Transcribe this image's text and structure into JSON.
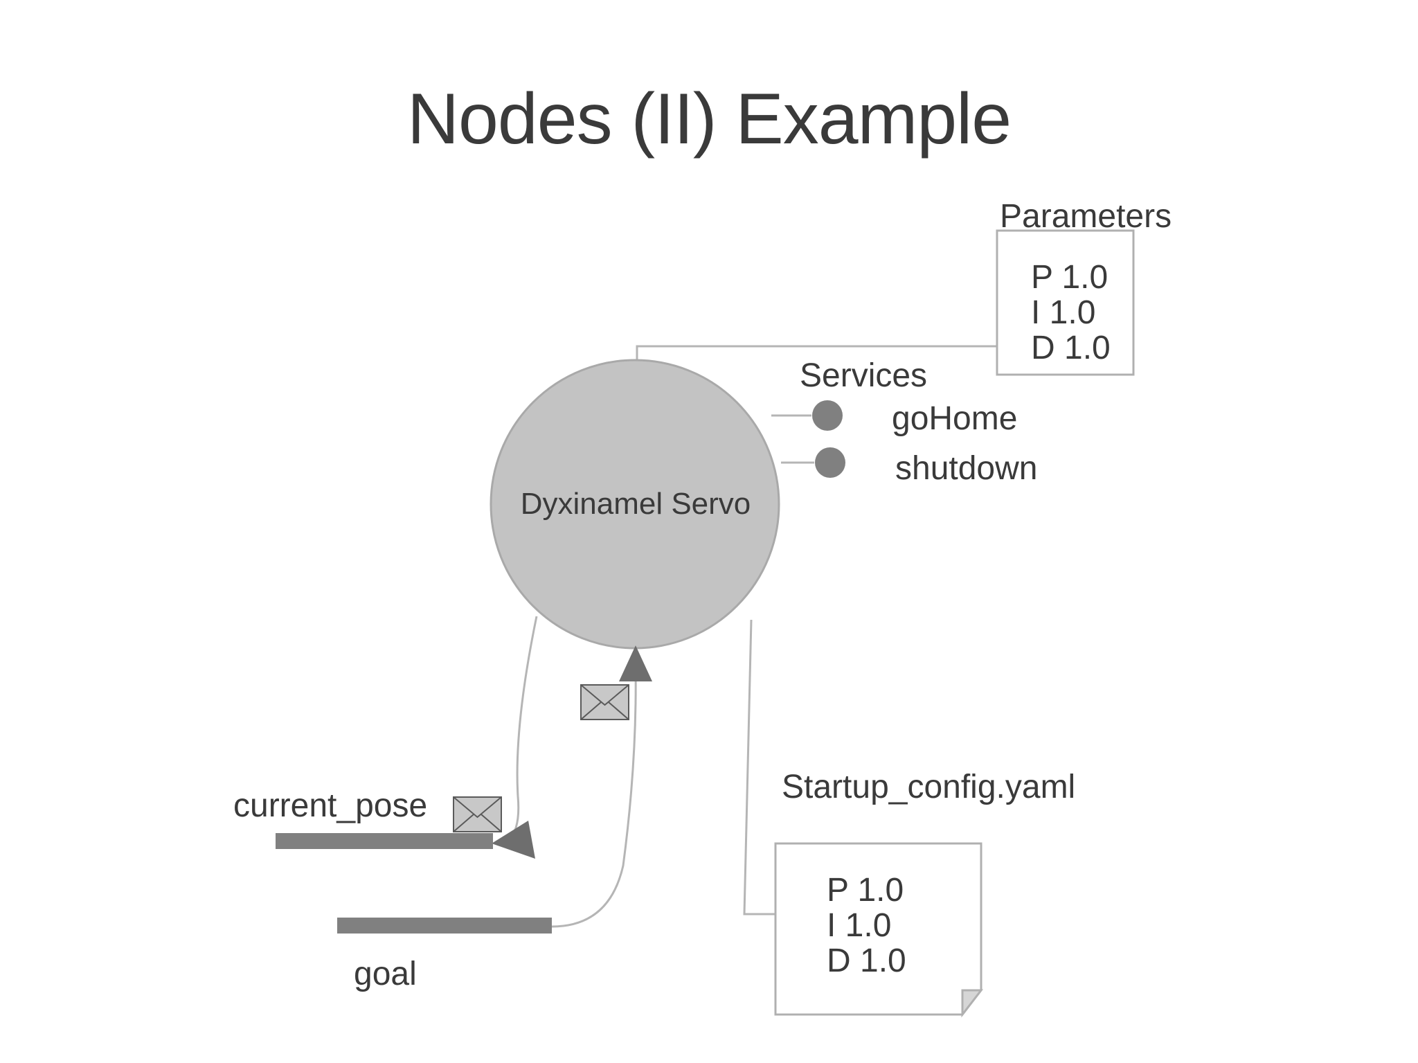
{
  "title": "Nodes (II) Example",
  "node": {
    "label": "Dyxinamel Servo",
    "shape": "circle",
    "fill": "#c3c3c3",
    "stroke": "#a9a9a9"
  },
  "parameters": {
    "title": "Parameters",
    "lines": [
      "P 1.0",
      "I 1.0",
      "D 1.0"
    ],
    "box_border": "#b0b0b0"
  },
  "services": {
    "title": "Services",
    "items": [
      {
        "label": "goHome",
        "dot": "service-dot-icon"
      },
      {
        "label": "shutdown",
        "dot": "service-dot-icon"
      }
    ],
    "dot_color": "#808080"
  },
  "config_file": {
    "title": "Startup_config.yaml",
    "lines": [
      "P 1.0",
      "I 1.0",
      "D 1.0"
    ],
    "shape": "document-folded-corner",
    "box_border": "#b0b0b0"
  },
  "topics": [
    {
      "label": "current_pose",
      "bar_color": "#808080",
      "icon": "envelope-icon",
      "direction": "out"
    },
    {
      "label": "goal",
      "bar_color": "#808080",
      "direction": "in"
    }
  ],
  "message_icon": {
    "name": "envelope-icon",
    "fill": "#c8c8c8",
    "stroke": "#555555"
  },
  "colors": {
    "text": "#3a3a3a",
    "line": "#b5b5b5",
    "arrow": "#6e6e6e",
    "background": "#ffffff"
  }
}
